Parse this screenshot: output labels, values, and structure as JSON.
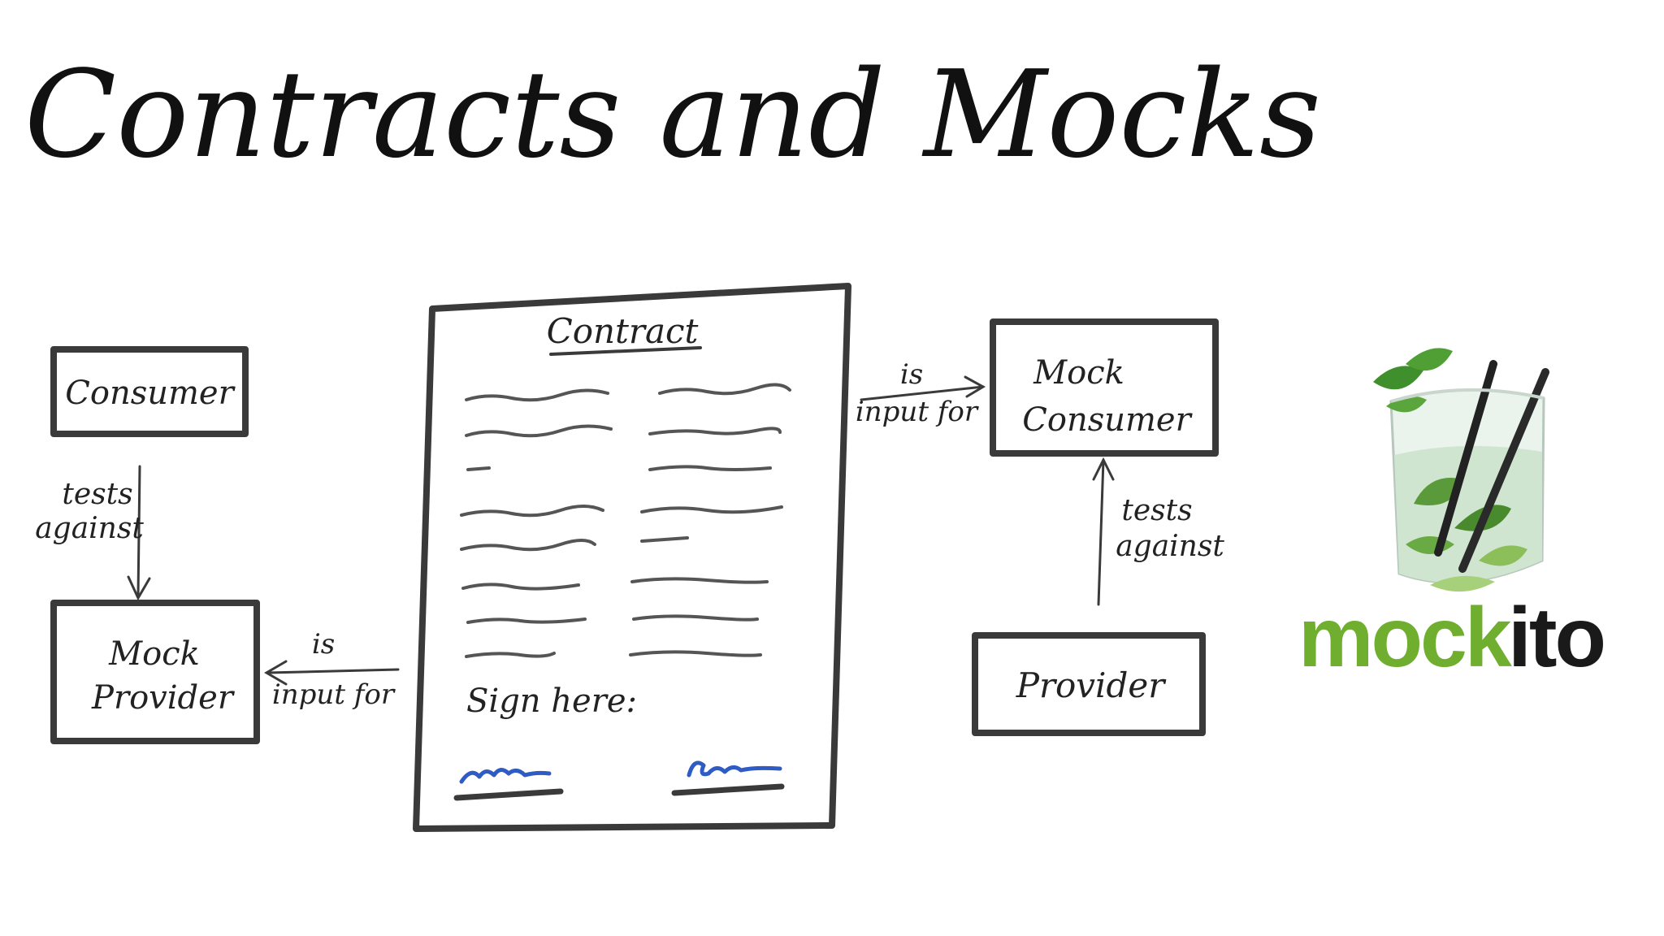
{
  "title": "Contracts and Mocks",
  "diagram": {
    "consumer_label": "Consumer",
    "mock_provider_label_line1": "Mock",
    "mock_provider_label_line2": "Provider",
    "left_tests_line1": "tests",
    "left_tests_line2": "against",
    "left_input_line1": "is",
    "left_input_line2": "input for",
    "contract_heading": "Contract",
    "sign_here": "Sign here:",
    "right_input_line1": "is",
    "right_input_line2": "input for",
    "mock_consumer_label_line1": "Mock",
    "mock_consumer_label_line2": "Consumer",
    "right_tests_line1": "tests",
    "right_tests_line2": "against",
    "provider_label": "Provider"
  },
  "logo": {
    "text_part1": "mock",
    "text_part2": "ito",
    "green": "#6fae2e",
    "dark": "#1a1a1a",
    "icon": "mojito-glass-icon"
  }
}
